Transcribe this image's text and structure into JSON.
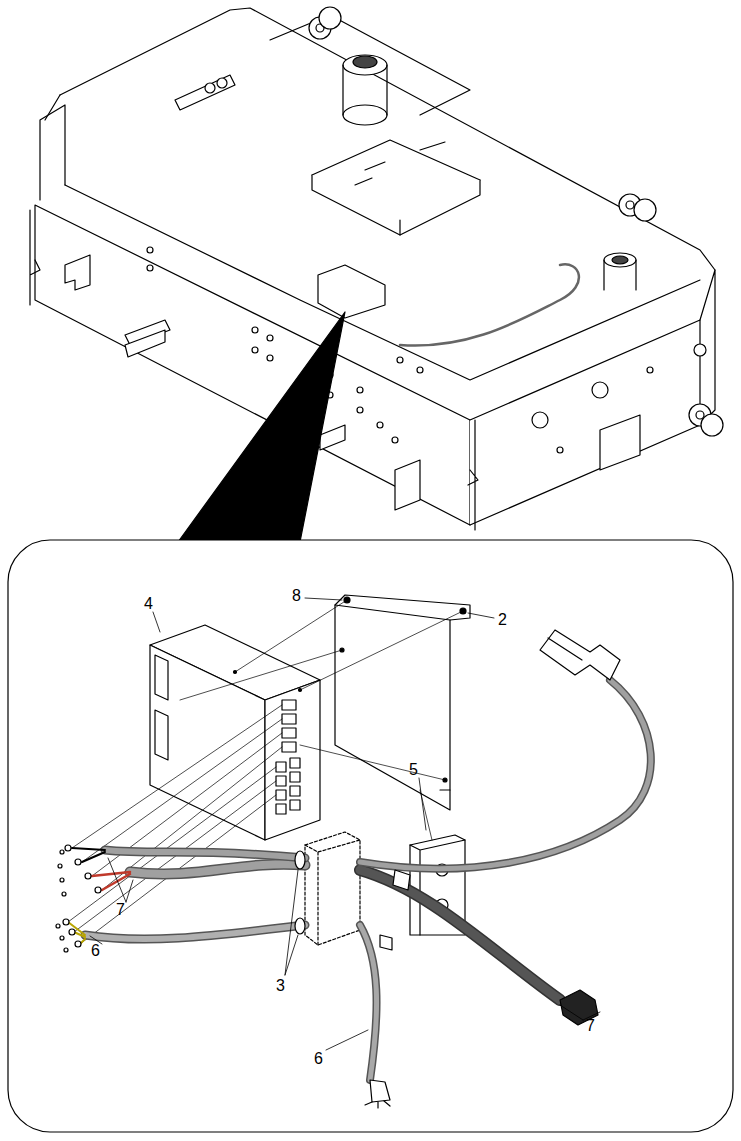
{
  "diagram": {
    "labels": [
      "8",
      "2",
      "4",
      "5",
      "7",
      "6",
      "3",
      "7",
      "6"
    ]
  }
}
